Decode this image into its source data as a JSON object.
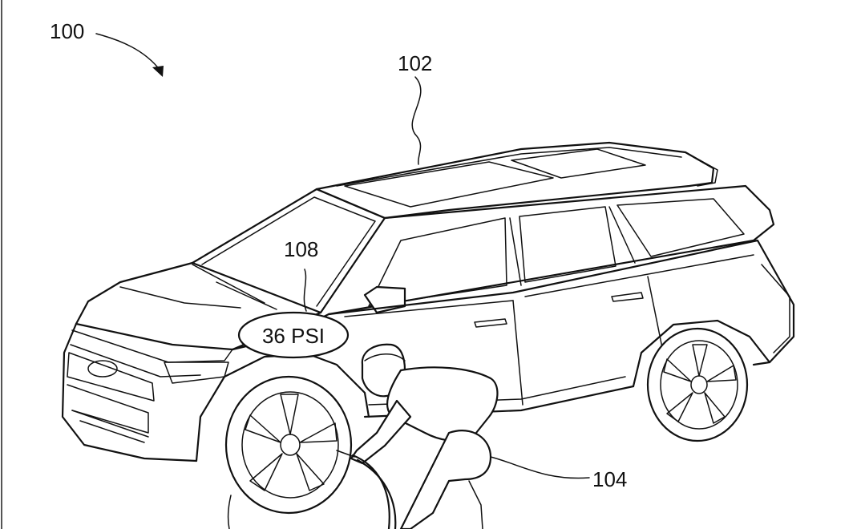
{
  "figure": {
    "reference_numerals": {
      "system": "100",
      "vehicle": "102",
      "user": "104",
      "indicator": "108"
    },
    "pressure_callout": "36 PSI"
  }
}
